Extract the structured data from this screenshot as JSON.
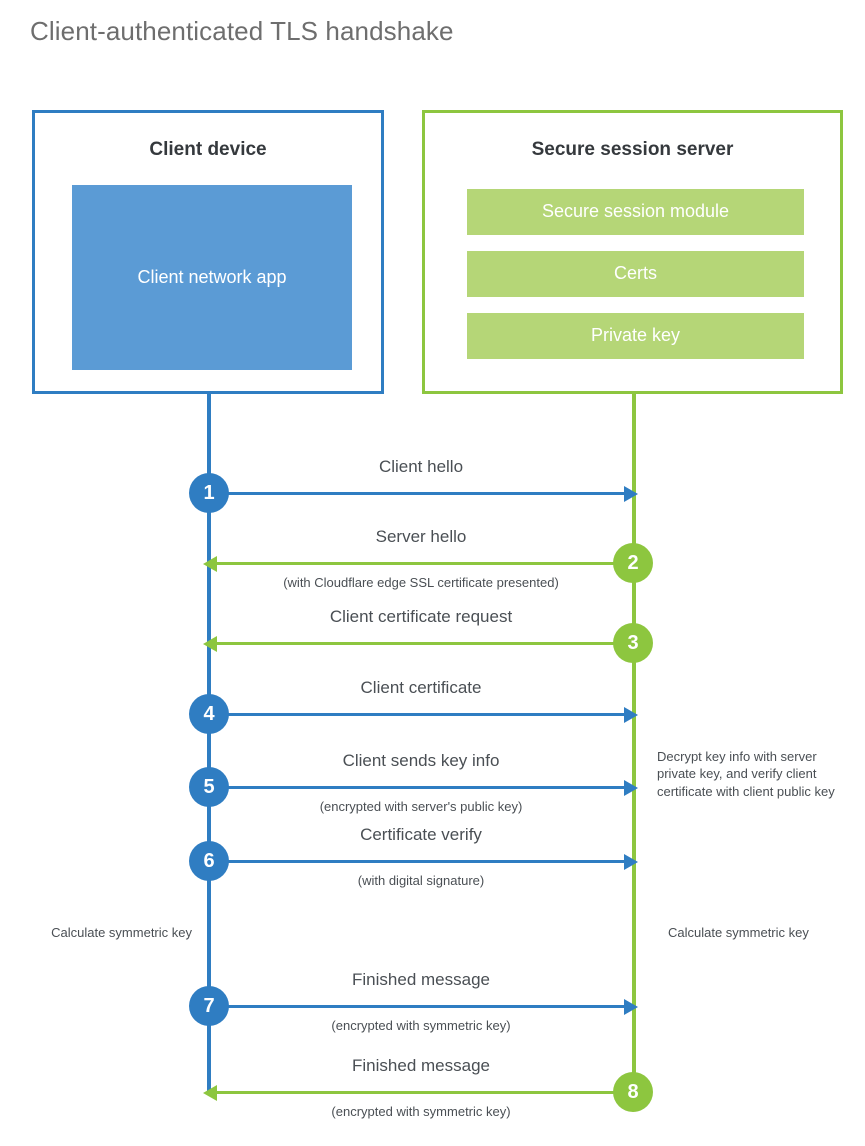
{
  "title": "Client-authenticated TLS handshake",
  "colors": {
    "blue_border": "#2f7dc2",
    "blue_fill": "#5b9bd5",
    "green_border": "#8dc63f",
    "green_fill": "#b5d677",
    "title_text": "#6e6e6e",
    "body_text": "#4a4f54",
    "heading_text": "#35393d"
  },
  "client": {
    "title": "Client device",
    "block": "Client network app"
  },
  "server": {
    "title": "Secure session server",
    "blocks": [
      "Secure session module",
      "Certs",
      "Private key"
    ]
  },
  "steps": [
    {
      "number": "1",
      "label": "Client hello",
      "sub": "",
      "direction": "right",
      "color": "blue",
      "origin": "client"
    },
    {
      "number": "2",
      "label": "Server hello",
      "sub": "(with Cloudflare edge SSL certificate presented)",
      "direction": "left",
      "color": "green",
      "origin": "server"
    },
    {
      "number": "3",
      "label": "Client certificate request",
      "sub": "",
      "direction": "left",
      "color": "green",
      "origin": "server"
    },
    {
      "number": "4",
      "label": "Client certificate",
      "sub": "",
      "direction": "right",
      "color": "blue",
      "origin": "client"
    },
    {
      "number": "5",
      "label": "Client sends key info",
      "sub": "(encrypted with server's public key)",
      "direction": "right",
      "color": "blue",
      "origin": "client"
    },
    {
      "number": "6",
      "label": "Certificate verify",
      "sub": "(with digital signature)",
      "direction": "right",
      "color": "blue",
      "origin": "client"
    },
    {
      "number": "7",
      "label": "Finished message",
      "sub": "(encrypted with symmetric key)",
      "direction": "right",
      "color": "blue",
      "origin": "client"
    },
    {
      "number": "8",
      "label": "Finished message",
      "sub": "(encrypted with symmetric key)",
      "direction": "left",
      "color": "green",
      "origin": "server"
    }
  ],
  "notes": {
    "decrypt": "Decrypt key info with server private key, and verify client certificate with client public key",
    "calculate_left": "Calculate symmetric key",
    "calculate_right": "Calculate symmetric key"
  }
}
